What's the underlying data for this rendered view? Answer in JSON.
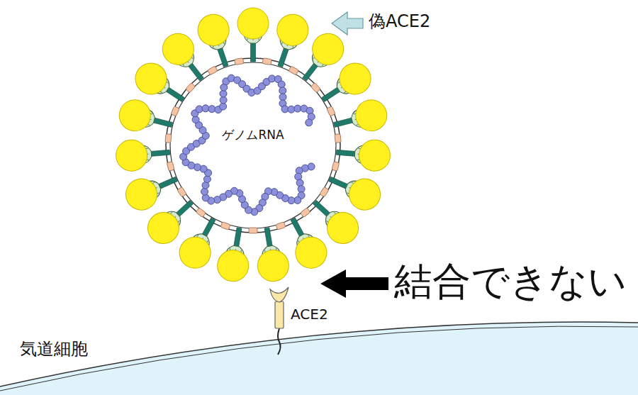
{
  "diagram": {
    "labels": [
      "偽ACE2",
      "ゲノムRNA",
      "結合できない",
      "ACE2",
      "気道細胞"
    ]
  }
}
